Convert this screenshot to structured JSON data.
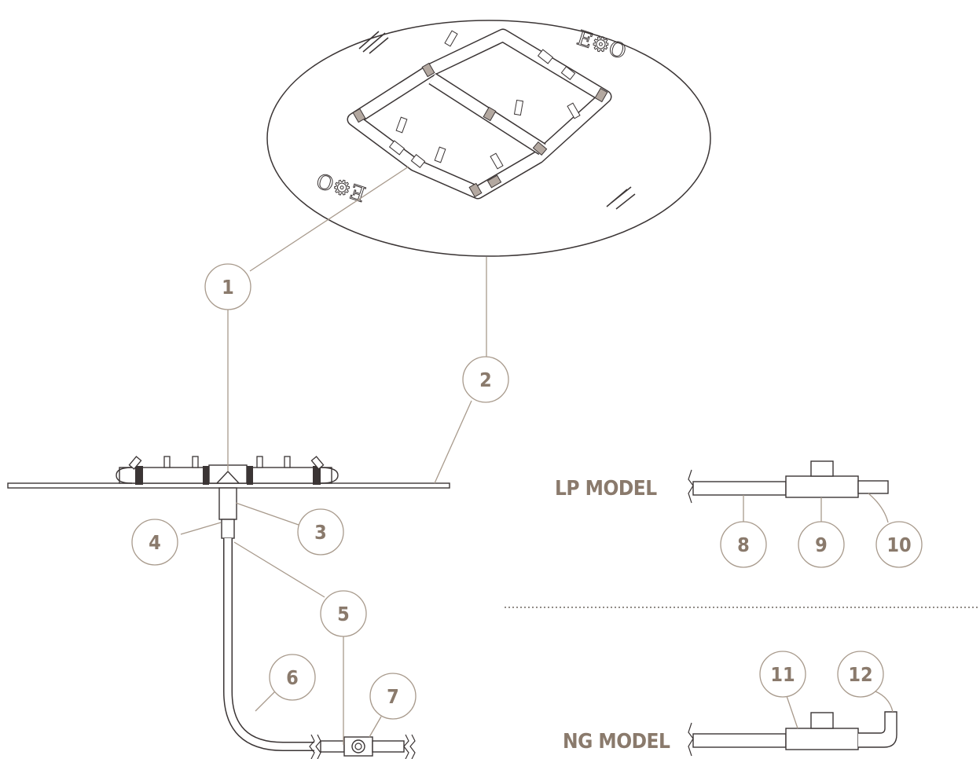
{
  "callouts": {
    "c1": "1",
    "c2": "2",
    "c3": "3",
    "c4": "4",
    "c5": "5",
    "c6": "6",
    "c7": "7",
    "c8": "8",
    "c9": "9",
    "c10": "10",
    "c11": "11",
    "c12": "12"
  },
  "models": {
    "lp_label": "LP MODEL",
    "ng_label": "NG MODEL"
  },
  "colors": {
    "callout": "#8a7a6c",
    "outline": "#3b3535",
    "leader": "#a89a8c"
  },
  "pan_text": {
    "marking": "E⚙O"
  }
}
